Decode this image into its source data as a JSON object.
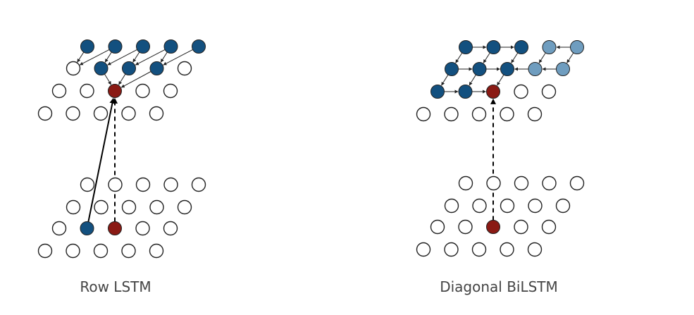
{
  "colors": {
    "active": "#13507f",
    "active_light": "#6f9dbf",
    "current": "#8a1a14",
    "empty_fill": "#ffffff",
    "stroke": "#222222"
  },
  "panels": [
    {
      "caption": "Row LSTM",
      "top": {
        "rows": [
          [
            "active",
            "active",
            "active",
            "active",
            "active"
          ],
          [
            "empty",
            "active",
            "active",
            "active",
            "empty"
          ],
          [
            "empty",
            "empty",
            "current",
            "empty",
            "empty"
          ],
          [
            "empty",
            "empty",
            "empty",
            "empty",
            "empty"
          ]
        ]
      },
      "bottom": {
        "rows": [
          [
            "empty",
            "empty",
            "empty",
            "empty",
            "empty"
          ],
          [
            "empty",
            "empty",
            "empty",
            "empty",
            "empty"
          ],
          [
            "empty",
            "active",
            "current",
            "empty",
            "empty"
          ],
          [
            "empty",
            "empty",
            "empty",
            "empty",
            "empty"
          ]
        ]
      }
    },
    {
      "caption": "Diagonal BiLSTM",
      "top": {
        "rows": [
          [
            "active",
            "active",
            "active",
            "active_light",
            "active_light"
          ],
          [
            "active",
            "active",
            "active",
            "active_light",
            "active_light"
          ],
          [
            "active",
            "active",
            "current",
            "empty",
            "empty"
          ],
          [
            "empty",
            "empty",
            "empty",
            "empty",
            "empty"
          ]
        ]
      },
      "bottom": {
        "rows": [
          [
            "empty",
            "empty",
            "empty",
            "empty",
            "empty"
          ],
          [
            "empty",
            "empty",
            "empty",
            "empty",
            "empty"
          ],
          [
            "empty",
            "empty",
            "current",
            "empty",
            "empty"
          ],
          [
            "empty",
            "empty",
            "empty",
            "empty",
            "empty"
          ]
        ]
      }
    }
  ]
}
